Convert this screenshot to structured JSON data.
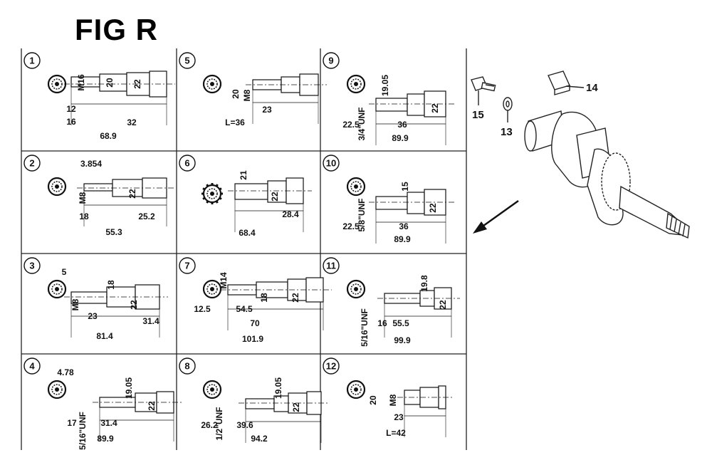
{
  "title": "FIG R",
  "variants": [
    {
      "number": "1",
      "labels": [
        "M16",
        "20",
        "22",
        "12",
        "16",
        "32",
        "68.9"
      ]
    },
    {
      "number": "2",
      "labels": [
        "3.854",
        "M8",
        "22",
        "18",
        "25.2",
        "55.3"
      ]
    },
    {
      "number": "3",
      "labels": [
        "5",
        "M8",
        "18",
        "22",
        "23",
        "31.4",
        "81.4"
      ]
    },
    {
      "number": "4",
      "labels": [
        "4.78",
        "5/16\"UNF",
        "19.05",
        "22",
        "17",
        "31.4",
        "89.9"
      ]
    },
    {
      "number": "5",
      "labels": [
        "20",
        "M8",
        "23",
        "L=36"
      ]
    },
    {
      "number": "6",
      "labels": [
        "21",
        "22",
        "28.4",
        "68.4"
      ]
    },
    {
      "number": "7",
      "labels": [
        "M14",
        "18",
        "22",
        "12.5",
        "54.5",
        "70",
        "101.9"
      ]
    },
    {
      "number": "8",
      "labels": [
        "1/2\"UNF",
        "19.05",
        "22",
        "26.2",
        "39.6",
        "94.2"
      ]
    },
    {
      "number": "9",
      "labels": [
        "3/4\"UNF",
        "19.05",
        "22",
        "22.5",
        "36",
        "89.9"
      ]
    },
    {
      "number": "10",
      "labels": [
        "5/8\"UNF",
        "15",
        "22",
        "22.5",
        "36",
        "89.9"
      ]
    },
    {
      "number": "11",
      "labels": [
        "5/16\"UNF",
        "19.8",
        "22",
        "16",
        "55.5",
        "99.9"
      ]
    },
    {
      "number": "12",
      "labels": [
        "20",
        "M8",
        "23",
        "L=42"
      ]
    }
  ],
  "callouts": [
    "14",
    "15",
    "13"
  ]
}
